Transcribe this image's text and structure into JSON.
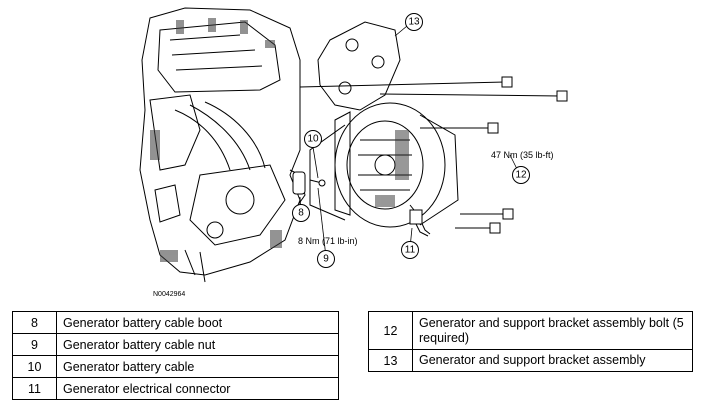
{
  "figure": {
    "id": "N0042964",
    "callouts": [
      {
        "num": "13"
      },
      {
        "num": "10"
      },
      {
        "num": "12"
      },
      {
        "num": "8"
      },
      {
        "num": "11"
      },
      {
        "num": "9"
      }
    ],
    "torque_12": "47 Nm (35 lb-ft)",
    "torque_9": "8 Nm (71 lb-in)"
  },
  "legend": {
    "left": [
      {
        "num": "8",
        "desc": "Generator battery cable boot"
      },
      {
        "num": "9",
        "desc": "Generator battery cable nut"
      },
      {
        "num": "10",
        "desc": "Generator battery cable"
      },
      {
        "num": "11",
        "desc": "Generator electrical connector"
      }
    ],
    "right": [
      {
        "num": "12",
        "desc": "Generator and support bracket assembly bolt (5 required)"
      },
      {
        "num": "13",
        "desc": "Generator and support bracket assembly"
      }
    ]
  }
}
